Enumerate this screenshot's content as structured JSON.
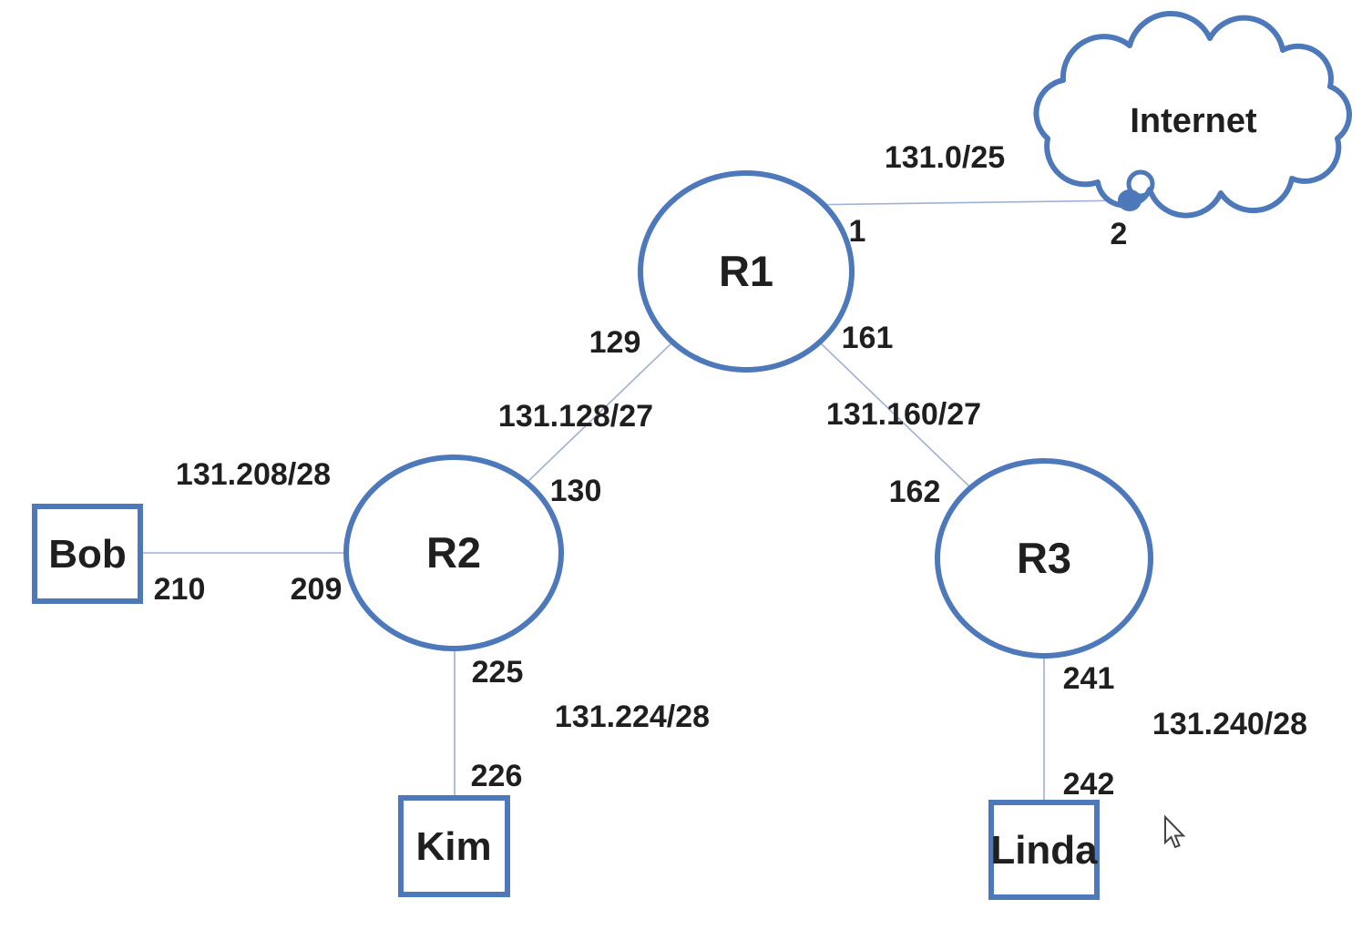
{
  "diagram": {
    "title": "network-subnet-topology",
    "nodes": {
      "internet": {
        "label": "Internet",
        "type": "cloud"
      },
      "r1": {
        "label": "R1",
        "type": "router"
      },
      "r2": {
        "label": "R2",
        "type": "router"
      },
      "r3": {
        "label": "R3",
        "type": "router"
      },
      "bob": {
        "label": "Bob",
        "type": "host"
      },
      "kim": {
        "label": "Kim",
        "type": "host"
      },
      "linda": {
        "label": "Linda",
        "type": "host"
      }
    },
    "links": [
      {
        "from": "R1",
        "to": "Internet",
        "subnet": "131.0/25",
        "from_if": "1",
        "to_if": "2"
      },
      {
        "from": "R1",
        "to": "R2",
        "subnet": "131.128/27",
        "from_if": "129",
        "to_if": "130"
      },
      {
        "from": "R1",
        "to": "R3",
        "subnet": "131.160/27",
        "from_if": "161",
        "to_if": "162"
      },
      {
        "from": "Bob",
        "to": "R2",
        "subnet": "131.208/28",
        "from_if": "210",
        "to_if": "209"
      },
      {
        "from": "R2",
        "to": "Kim",
        "subnet": "131.224/28",
        "from_if": "225",
        "to_if": "226"
      },
      {
        "from": "R3",
        "to": "Linda",
        "subnet": "131.240/28",
        "from_if": "241",
        "to_if": "242"
      }
    ],
    "colors": {
      "shape_stroke": "#4d78ba",
      "link_stroke": "#9fafd6",
      "text": "#1f1f1f",
      "background": "#ffffff"
    }
  }
}
